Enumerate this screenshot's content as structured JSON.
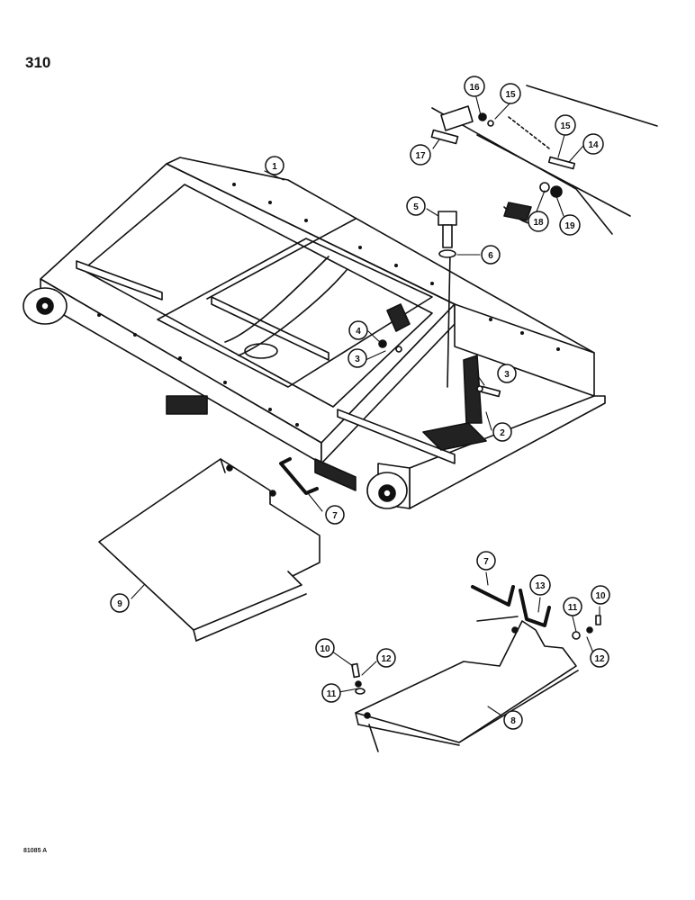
{
  "page": {
    "number": "310",
    "figure_code": "81085 A"
  },
  "callouts": [
    "1",
    "2",
    "3",
    "3",
    "4",
    "5",
    "6",
    "7",
    "7",
    "8",
    "9",
    "10",
    "10",
    "11",
    "11",
    "12",
    "12",
    "13",
    "14",
    "15",
    "15",
    "16",
    "17",
    "18",
    "19"
  ]
}
